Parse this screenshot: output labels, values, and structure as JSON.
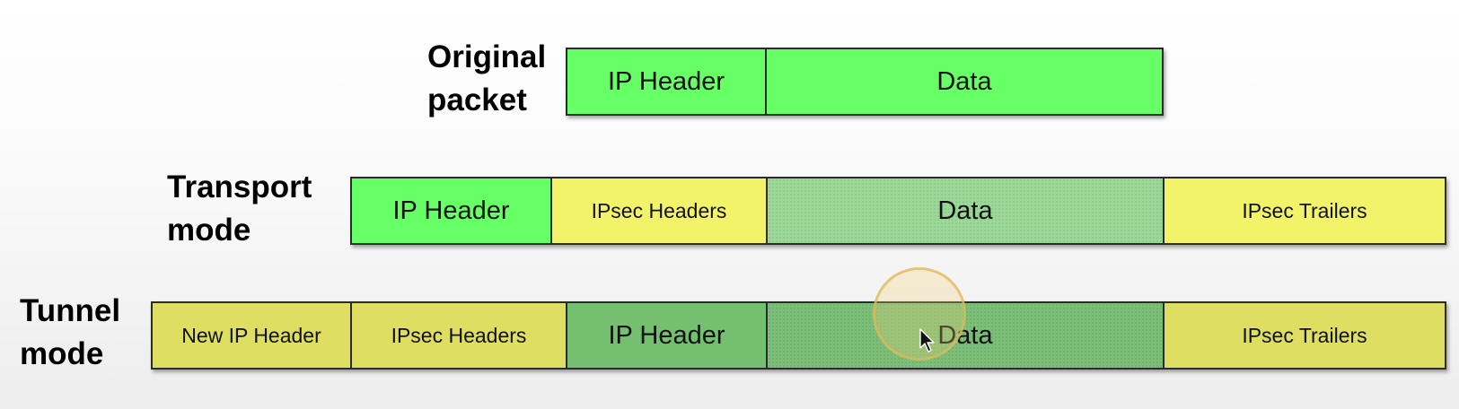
{
  "original": {
    "label_line1": "Original",
    "label_line2": "packet",
    "segments": [
      "IP Header",
      "Data"
    ]
  },
  "transport": {
    "label_line1": "Transport",
    "label_line2": "mode",
    "segments": [
      "IP Header",
      "IPsec Headers",
      "Data",
      "IPsec Trailers"
    ]
  },
  "tunnel": {
    "label_line1": "Tunnel",
    "label_line2": "mode",
    "segments": [
      "New IP Header",
      "IPsec Headers",
      "IP Header",
      "Data",
      "IPsec Trailers"
    ]
  },
  "colors": {
    "bright_green": "#66ff66",
    "light_data_green": "#9cd898",
    "dark_green": "#75bf71",
    "bright_yellow": "#f3f36a",
    "muted_yellow": "#dede62",
    "border": "#2b2b2b"
  },
  "icons": {
    "pointer": "mouse-pointer-icon",
    "highlight": "click-highlight-ring"
  }
}
